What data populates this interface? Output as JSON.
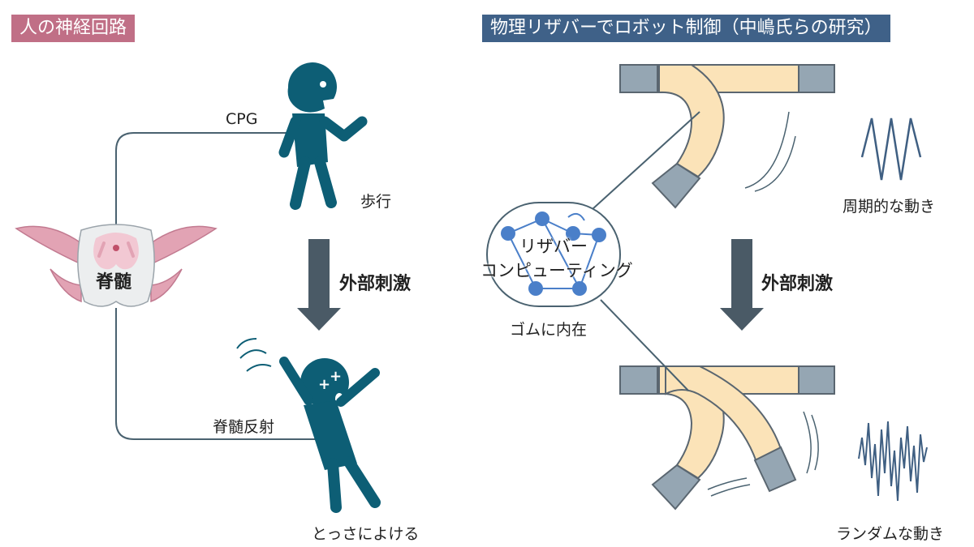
{
  "left_panel": {
    "header": "人の神経回路",
    "cpg_label": "CPG",
    "walking_label": "歩行",
    "stimulus_label": "外部刺激",
    "spinal_reflex_label": "脊髄反射",
    "dodge_label": "とっさによける",
    "spinal_cord_label": "脊髄"
  },
  "right_panel": {
    "header": "物理リザバーでロボット制御（中嶋氏らの研究）",
    "reservoir_line1": "リザバー",
    "reservoir_line2": "コンピューティング",
    "rubber_label": "ゴムに内在",
    "periodic_label": "周期的な動き",
    "stimulus_label": "外部刺激",
    "random_label": "ランダムな動き"
  },
  "colors": {
    "left_header_bg": "#c06f86",
    "right_header_bg": "#3f6188",
    "figure": "#0d5e75",
    "arrow": "#4a5a66",
    "line": "#4a6270",
    "spinal_pink": "#e2a3b4",
    "rubber": "#fbe3b8",
    "clamp": "#95a6b3",
    "node": "#4a7fc9"
  }
}
